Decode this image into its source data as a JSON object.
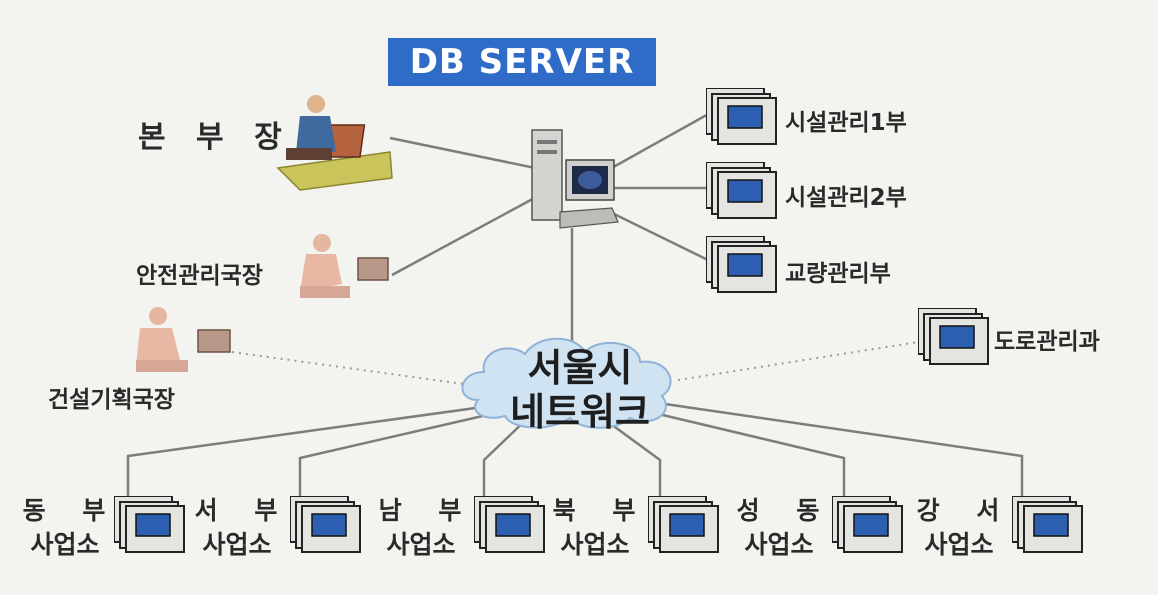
{
  "title": "DB SERVER",
  "nodes": {
    "headquarters_chief": "본 부 장",
    "safety_director": "안전관리국장",
    "construction_director": "건설기획국장",
    "facility_dept_1": "시설관리1부",
    "facility_dept_2": "시설관리2부",
    "bridge_dept": "교량관리부",
    "road_division": "도로관리과"
  },
  "network": {
    "line1": "서울시",
    "line2": "네트워크"
  },
  "offices": [
    {
      "line1": "동 부",
      "line2": "사업소"
    },
    {
      "line1": "서 부",
      "line2": "사업소"
    },
    {
      "line1": "남 부",
      "line2": "사업소"
    },
    {
      "line1": "북 부",
      "line2": "사업소"
    },
    {
      "line1": "성 동",
      "line2": "사업소"
    },
    {
      "line1": "강 서",
      "line2": "사업소"
    }
  ],
  "colors": {
    "title_bg": "#2f6cc7",
    "line": "#7d7d7d",
    "cloud": "#cfe3f3",
    "screen": "#2c5fb0"
  }
}
